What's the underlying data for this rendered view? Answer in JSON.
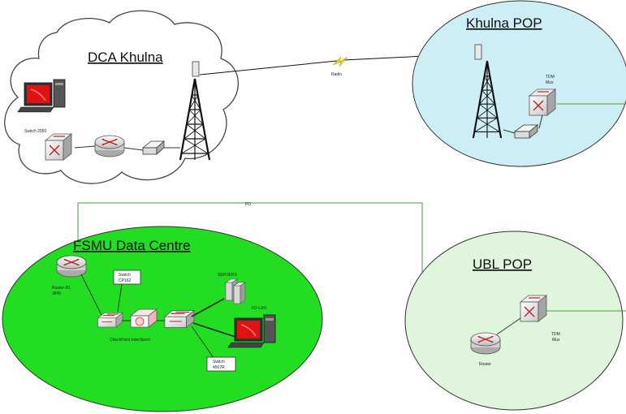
{
  "zones": {
    "dca": {
      "title": "DCA Khulna"
    },
    "khulna_pop": {
      "title": "Khulna POP"
    },
    "fsmu": {
      "title": "FSMU Data Centre"
    },
    "ubl": {
      "title": "UBL POP"
    }
  },
  "links": {
    "radio": "Radio",
    "fo": "FO"
  },
  "labels": {
    "switch_dca": "Switch 2950",
    "tdm_khulna": [
      "TDM",
      "Mux"
    ],
    "router_fsmu": [
      "Router-R1",
      "3845"
    ],
    "switch_cp": [
      "Switch",
      "CP162"
    ],
    "servers": "SERVERS",
    "fd_lan": "FD-LAN",
    "checkpoint": "CheckPoint InterSpect",
    "switch_4507": [
      "Switch",
      "4507R"
    ],
    "tdm_ubl": [
      "TDM",
      "Mux"
    ],
    "router_ubl": "Router"
  },
  "colors": {
    "khulna_pop_fill": "#cdeef5",
    "fsmu_fill": "#22dd22",
    "ubl_fill": "#dff5dc",
    "green_link": "#3f9f3f",
    "radio_link": "#111111",
    "lightning": "#e6d800"
  }
}
